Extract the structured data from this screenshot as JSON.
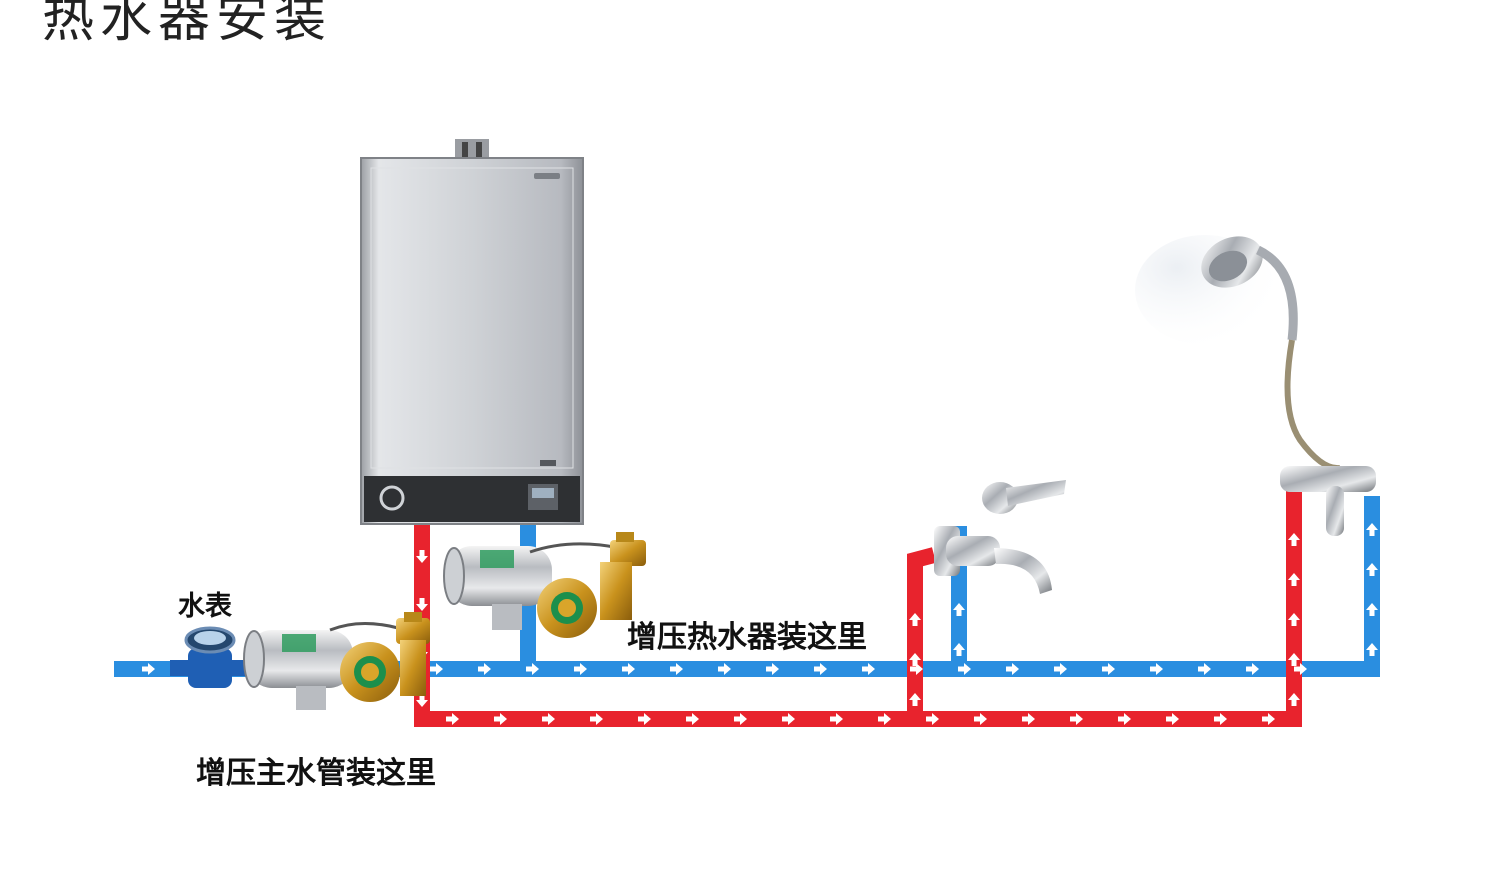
{
  "title": "热水器安装",
  "labels": {
    "water_meter": "水表",
    "heater_pump": "增压热水器装这里",
    "main_pump": "增压主水管装这里"
  },
  "colors": {
    "cold_pipe": "#2a8ee0",
    "hot_pipe": "#e8232d",
    "arrow": "#ffffff",
    "heater_body": "#c9cbce",
    "brass": "#d9a52a"
  },
  "icons": [
    "water-heater-icon",
    "water-meter-icon",
    "booster-pump-icon",
    "faucet-icon",
    "shower-head-icon",
    "shower-valve-icon"
  ]
}
